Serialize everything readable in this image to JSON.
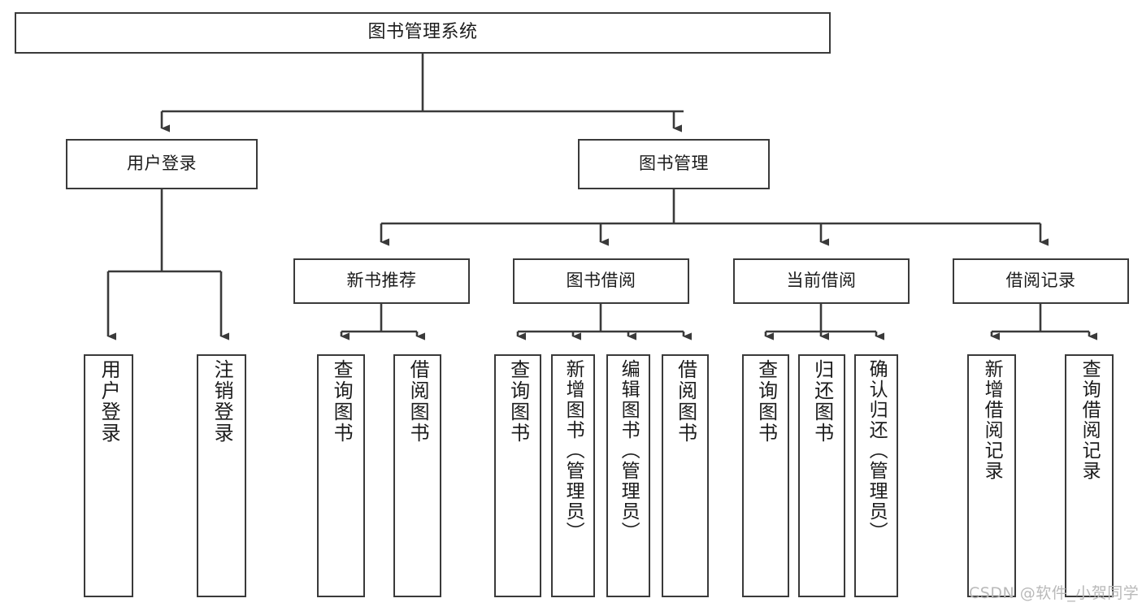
{
  "diagram": {
    "title": "图书管理系统",
    "watermark": "CSDN @软件_小贺同学",
    "colors": {
      "stroke": "#3a3a3a",
      "background": "#ffffff",
      "text": "#1c1c1c",
      "watermark": "#b9b9b9"
    },
    "nodes": {
      "root": {
        "label": "图书管理系统"
      },
      "level2": [
        {
          "label": "用户登录"
        },
        {
          "label": "图书管理"
        }
      ],
      "level3": [
        {
          "label": "新书推荐"
        },
        {
          "label": "图书借阅"
        },
        {
          "label": "当前借阅"
        },
        {
          "label": "借阅记录"
        }
      ],
      "leaves": {
        "user_login": [
          {
            "label": "用户登录"
          },
          {
            "label": "注销登录"
          }
        ],
        "new_book": [
          {
            "label": "查询图书"
          },
          {
            "label": "借阅图书"
          }
        ],
        "book_borrow": [
          {
            "label": "查询图书"
          },
          {
            "label": "新增图书（管理员）"
          },
          {
            "label": "编辑图书（管理员）"
          },
          {
            "label": "借阅图书"
          }
        ],
        "current_borrow": [
          {
            "label": "查询图书"
          },
          {
            "label": "归还图书"
          },
          {
            "label": "确认归还（管理员）"
          }
        ],
        "borrow_record": [
          {
            "label": "新增借阅记录"
          },
          {
            "label": "查询借阅记录"
          }
        ]
      }
    }
  }
}
